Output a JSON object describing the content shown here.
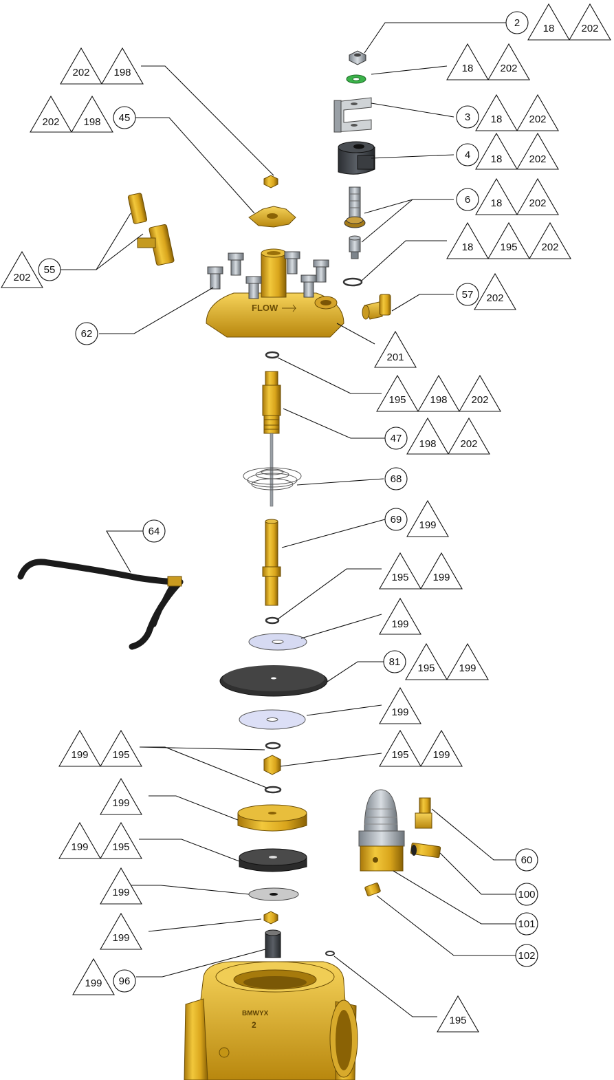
{
  "diagram": {
    "casting_text": [
      "BMWYX",
      "2"
    ],
    "cover_text": "FLOW",
    "balloons": [
      {
        "id": "c2",
        "text": "2"
      },
      {
        "id": "c3",
        "text": "3"
      },
      {
        "id": "c4",
        "text": "4"
      },
      {
        "id": "c6",
        "text": "6"
      },
      {
        "id": "c45",
        "text": "45"
      },
      {
        "id": "c55",
        "text": "55"
      },
      {
        "id": "c57",
        "text": "57"
      },
      {
        "id": "c62",
        "text": "62"
      },
      {
        "id": "c47",
        "text": "47"
      },
      {
        "id": "c68",
        "text": "68"
      },
      {
        "id": "c69",
        "text": "69"
      },
      {
        "id": "c64",
        "text": "64"
      },
      {
        "id": "c81",
        "text": "81"
      },
      {
        "id": "c60",
        "text": "60"
      },
      {
        "id": "c100",
        "text": "100"
      },
      {
        "id": "c101",
        "text": "101"
      },
      {
        "id": "c102",
        "text": "102"
      },
      {
        "id": "c96",
        "text": "96"
      }
    ],
    "triangles": [
      {
        "id": "t1",
        "text": "18"
      },
      {
        "id": "t2",
        "text": "202"
      },
      {
        "id": "t3",
        "text": "18"
      },
      {
        "id": "t4",
        "text": "202"
      },
      {
        "id": "t5",
        "text": "202"
      },
      {
        "id": "t6",
        "text": "198"
      },
      {
        "id": "t7",
        "text": "202"
      },
      {
        "id": "t8",
        "text": "198"
      },
      {
        "id": "t9",
        "text": "18"
      },
      {
        "id": "t10",
        "text": "202"
      },
      {
        "id": "t11",
        "text": "18"
      },
      {
        "id": "t12",
        "text": "202"
      },
      {
        "id": "t13",
        "text": "18"
      },
      {
        "id": "t14",
        "text": "202"
      },
      {
        "id": "t15",
        "text": "202"
      },
      {
        "id": "t16",
        "text": "18"
      },
      {
        "id": "t17",
        "text": "195"
      },
      {
        "id": "t18",
        "text": "202"
      },
      {
        "id": "t19",
        "text": "202"
      },
      {
        "id": "t20",
        "text": "201"
      },
      {
        "id": "t21",
        "text": "195"
      },
      {
        "id": "t22",
        "text": "198"
      },
      {
        "id": "t23",
        "text": "202"
      },
      {
        "id": "t24",
        "text": "198"
      },
      {
        "id": "t25",
        "text": "202"
      },
      {
        "id": "t26",
        "text": "199"
      },
      {
        "id": "t27",
        "text": "195"
      },
      {
        "id": "t28",
        "text": "199"
      },
      {
        "id": "t29",
        "text": "199"
      },
      {
        "id": "t30",
        "text": "195"
      },
      {
        "id": "t31",
        "text": "199"
      },
      {
        "id": "t32",
        "text": "199"
      },
      {
        "id": "t33",
        "text": "199"
      },
      {
        "id": "t34",
        "text": "195"
      },
      {
        "id": "t35",
        "text": "195"
      },
      {
        "id": "t36",
        "text": "199"
      },
      {
        "id": "t37",
        "text": "199"
      },
      {
        "id": "t38",
        "text": "199"
      },
      {
        "id": "t39",
        "text": "195"
      },
      {
        "id": "t40",
        "text": "199"
      },
      {
        "id": "t41",
        "text": "199"
      },
      {
        "id": "t42",
        "text": "199"
      },
      {
        "id": "t43",
        "text": "195"
      }
    ]
  }
}
